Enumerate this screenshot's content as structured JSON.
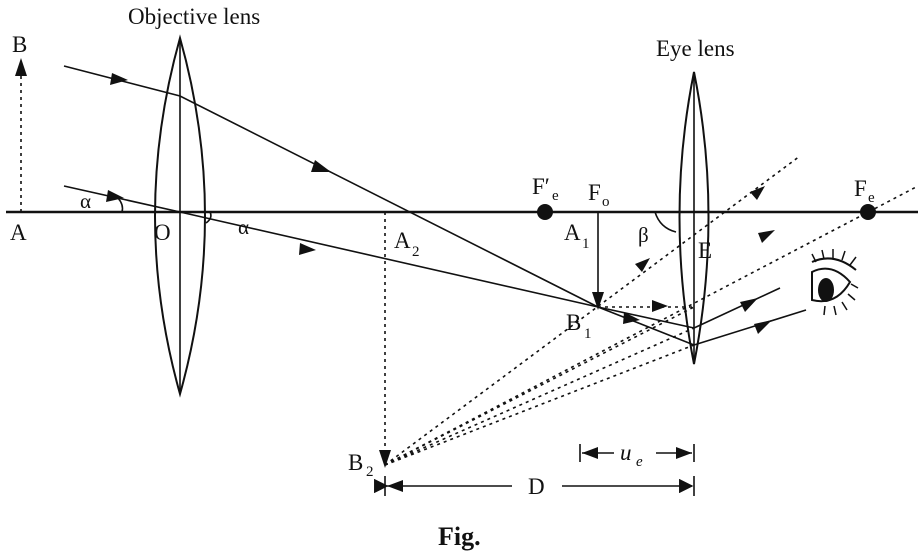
{
  "labels": {
    "objective_lens": "Objective lens",
    "eye_lens": "Eye lens",
    "point_B": "B",
    "point_A": "A",
    "point_O": "O",
    "alpha_1": "α",
    "alpha_2": "α",
    "point_A2": "A",
    "point_A2_sub": "2",
    "point_Fe_prime": "F′",
    "point_Fe_prime_sub": "e",
    "point_Fo": "F",
    "point_Fo_sub": "o",
    "point_A1": "A",
    "point_A1_sub": "1",
    "beta": "β",
    "point_E": "E",
    "point_Fe": "F",
    "point_Fe_sub": "e",
    "point_B1": "B",
    "point_B1_sub": "1",
    "point_B2": "B",
    "point_B2_sub": "2",
    "dist_ue": "u",
    "dist_ue_sub": "e",
    "dist_D": "D"
  },
  "caption": "Fig."
}
